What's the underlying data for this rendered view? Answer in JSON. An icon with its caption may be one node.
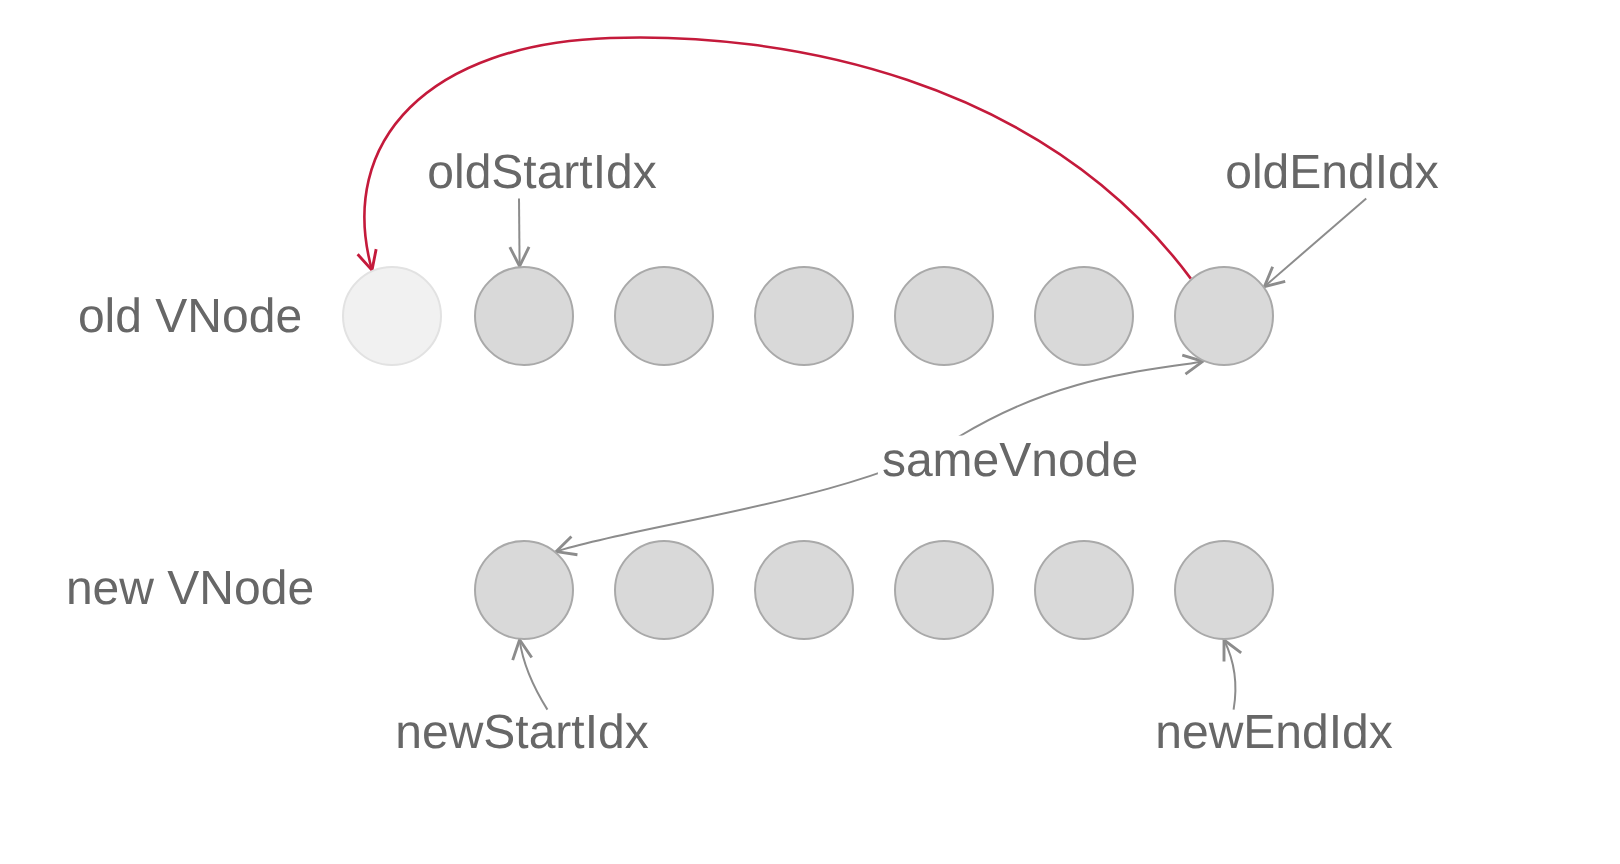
{
  "diagram": {
    "nodes": [
      {
        "text": [
          "oldStartIdx"
        ]
      },
      {
        "text": [
          "oldEndIdx"
        ]
      },
      {
        "text": [],
        "shape": "circle"
      },
      {
        "text": [],
        "shape": "circle"
      },
      {
        "text": [],
        "shape": "circle"
      },
      {
        "text": [],
        "shape": "circle"
      },
      {
        "text": [],
        "shape": "circle"
      },
      {
        "text": [],
        "shape": "circle"
      },
      {
        "text": [],
        "shape": "circle"
      },
      {
        "text": [],
        "shape": "circle"
      },
      {
        "text": [],
        "shape": "circle"
      },
      {
        "text": [],
        "shape": "circle"
      },
      {
        "text": [],
        "shape": "circle"
      },
      {
        "text": [],
        "shape": "circle"
      },
      {
        "text": [],
        "shape": "circle"
      },
      {
        "text": [
          "newStartIdx"
        ]
      },
      {
        "text": [
          "newEndIdx"
        ]
      }
    ],
    "edges": [
      {
        "from": 8,
        "to": 2,
        "arrow": "to",
        "color": "#c41a3b"
      },
      {
        "from": 0,
        "to": 3,
        "arrow": "to"
      },
      {
        "from": 1,
        "to": 8,
        "arrow": "to"
      },
      {
        "from": 9,
        "to": 8,
        "arrow": "both",
        "label": "sameVnode"
      },
      {
        "from": 15,
        "to": 9,
        "arrow": "to"
      },
      {
        "from": 16,
        "to": 14,
        "arrow": "to"
      }
    ],
    "labels": [
      "old VNode",
      "new VNode"
    ]
  }
}
